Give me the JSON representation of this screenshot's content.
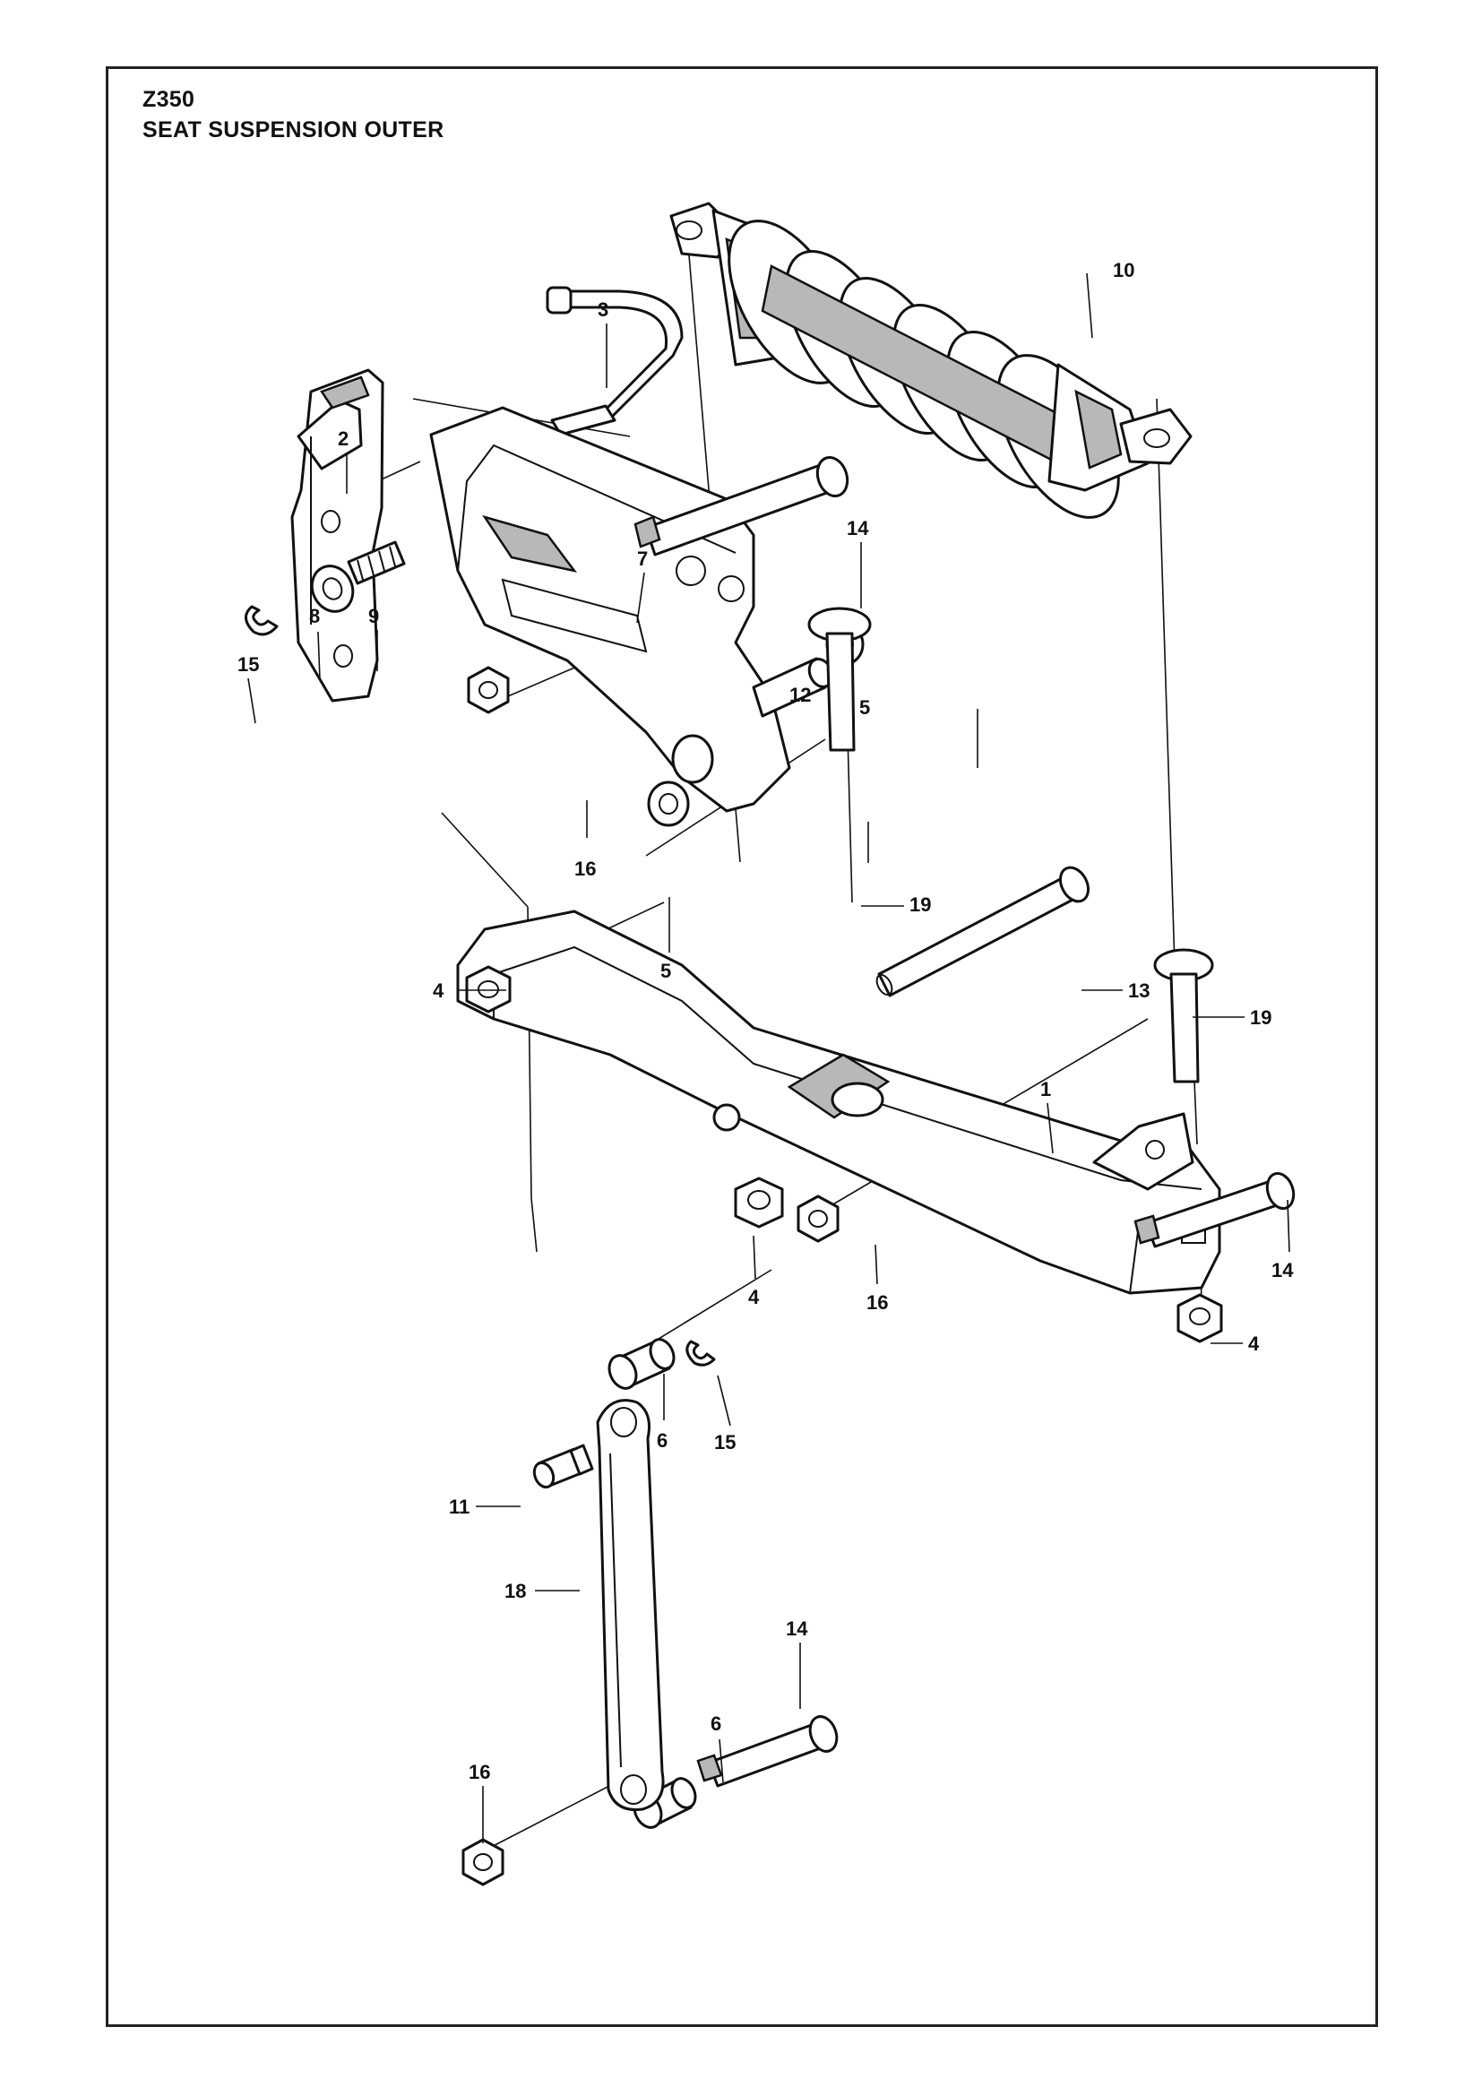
{
  "header": {
    "model": "Z350",
    "title": "SEAT SUSPENSION OUTER"
  },
  "callouts": {
    "c1": "1",
    "c2": "2",
    "c3": "3",
    "c4a": "4",
    "c4b": "4",
    "c4c": "4",
    "c5a": "5",
    "c5b": "5",
    "c6a": "6",
    "c6b": "6",
    "c7": "7",
    "c8": "8",
    "c9": "9",
    "c10": "10",
    "c11": "11",
    "c12": "12",
    "c13": "13",
    "c14a": "14",
    "c14b": "14",
    "c14c": "14",
    "c15a": "15",
    "c15b": "15",
    "c16a": "16",
    "c16b": "16",
    "c16c": "16",
    "c18": "18",
    "c19a": "19",
    "c19b": "19"
  },
  "colors": {
    "line": "#111111",
    "border": "#222222",
    "fill": "#ffffff",
    "shade": "#b8b8b8"
  }
}
